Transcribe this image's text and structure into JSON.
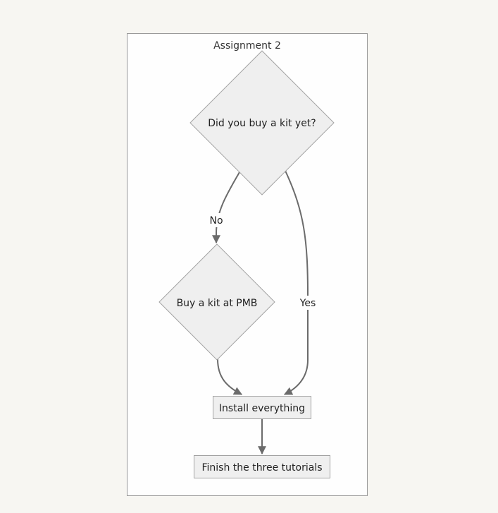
{
  "subgraph": {
    "title": "Assignment 2"
  },
  "nodes": {
    "kit_question": "Did you buy a kit yet?",
    "buy_kit": "Buy a kit at PMB",
    "install": "Install everything",
    "tutorials": "Finish the three tutorials"
  },
  "edges": {
    "no_label": "No",
    "yes_label": "Yes"
  }
}
